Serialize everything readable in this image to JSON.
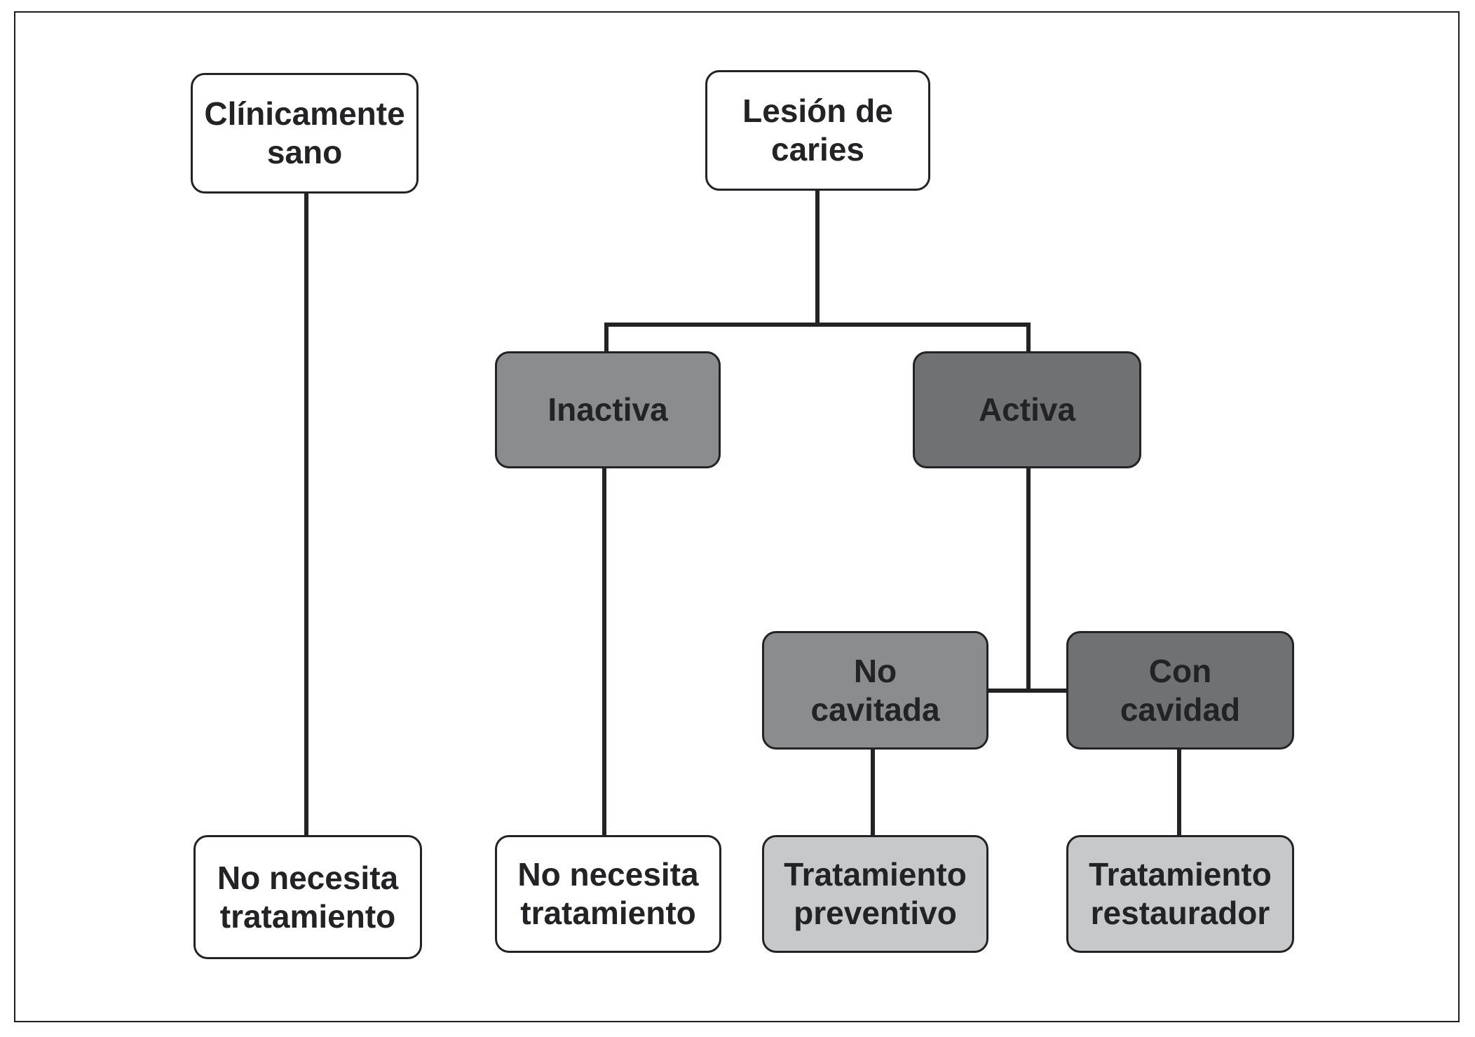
{
  "nodes": {
    "clinicamente_sano": "Clínicamente\nsano",
    "lesion_caries": "Lesión de\ncaries",
    "inactiva": "Inactiva",
    "activa": "Activa",
    "no_cavitada": "No\ncavitada",
    "con_cavidad": "Con\ncavidad",
    "no_necesita_1": "No necesita\ntratamiento",
    "no_necesita_2": "No necesita\ntratamiento",
    "tratamiento_preventivo": "Tratamiento\npreventivo",
    "tratamiento_restaurador": "Tratamiento\nrestaurador"
  },
  "colors": {
    "line": "#232325",
    "white": "#ffffff",
    "gray_mid": "#8b8c8e",
    "gray_dark": "#707173",
    "gray_light": "#c7c8ca"
  }
}
